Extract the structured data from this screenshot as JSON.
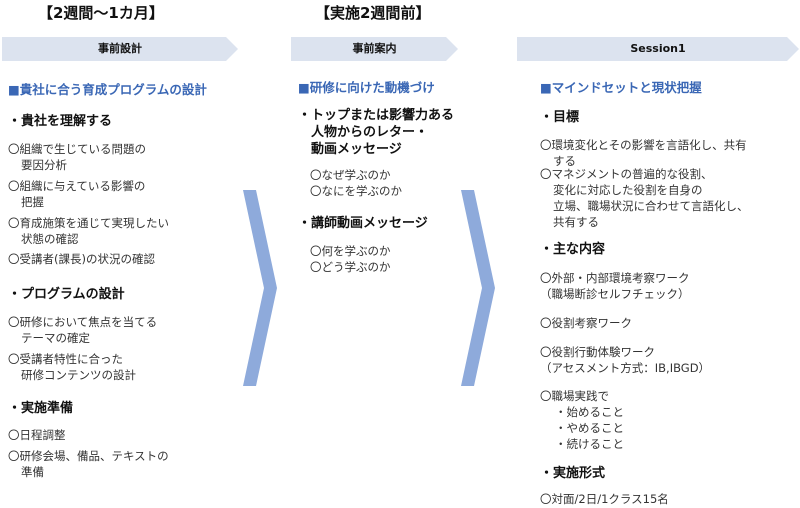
{
  "phases": [
    {
      "period_label": "【2週間～1カ月】",
      "banner": "事前設計"
    },
    {
      "period_label": "【実施2週間前】",
      "banner": "事前案内"
    },
    {
      "period_label": "",
      "banner": "Session1"
    }
  ],
  "col1": {
    "section_title": "■貴社に合う育成プログラムの設計",
    "groups": [
      {
        "heading": "・貴社を理解する",
        "items": [
          [
            "〇組織で生じている問題の",
            "要因分析"
          ],
          [
            "〇組織に与えている影響の",
            "把握"
          ],
          [
            "〇育成施策を通じて実現したい",
            "状態の確認"
          ],
          [
            "〇受講者(課長)の状況の確認"
          ]
        ]
      },
      {
        "heading": "・プログラムの設計",
        "items": [
          [
            "〇研修において焦点を当てる",
            "テーマの確定"
          ],
          [
            "〇受講者特性に合った",
            "研修コンテンツの設計"
          ]
        ]
      },
      {
        "heading": "・実施準備",
        "items": [
          [
            "〇日程調整"
          ],
          [
            "〇研修会場、備品、テキストの",
            "準備"
          ]
        ]
      }
    ]
  },
  "col2": {
    "section_title": "■研修に向けた動機づけ",
    "groups": [
      {
        "heading_lines": [
          "・トップまたは影響力ある",
          "人物からのレター・",
          "動画メッセージ"
        ],
        "items": [
          [
            "〇なぜ学ぶのか"
          ],
          [
            "〇なにを学ぶのか"
          ]
        ]
      },
      {
        "heading_lines": [
          "・講師動画メッセージ"
        ],
        "items": [
          [
            "〇何を学ぶのか"
          ],
          [
            "〇どう学ぶのか"
          ]
        ]
      }
    ]
  },
  "col3": {
    "section_title": "■マインドセットと現状把握",
    "groups": [
      {
        "heading": "・目標",
        "items": [
          [
            "〇環境変化とその影響を言語化し、共有",
            "する"
          ],
          [
            "〇マネジメントの普遍的な役割、",
            "変化に対応した役割を自身の",
            "立場、職場状況に合わせて言語化し、",
            "共有する"
          ]
        ]
      },
      {
        "heading": "・主な内容",
        "items": [
          [
            "〇外部・内部環境考察ワーク",
            "（職場断診セルフチェック）"
          ],
          [
            "〇役割考察ワーク"
          ],
          [
            "〇役割行動体験ワーク",
            "（アセスメント方式：IB,IBGD）"
          ],
          [
            "〇職場実践で",
            "・始めること",
            "・やめること",
            "・続けること"
          ]
        ]
      },
      {
        "heading": "・実施形式",
        "items": [
          [
            "〇対面/2日/1クラス15名"
          ]
        ]
      }
    ]
  },
  "colors": {
    "banner": "#dce3ef",
    "chevron": "#8eaadb",
    "section_title": "#3a67b5"
  }
}
